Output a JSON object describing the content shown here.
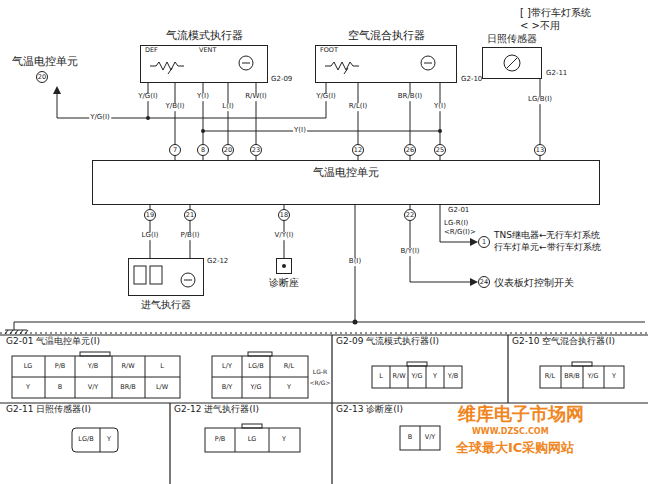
{
  "diagram": {
    "nodes": [
      {
        "text": [
          "气流模式执行器",
          "DEF",
          "VENT"
        ]
      },
      {
        "text": [
          "空气混合执行器",
          "FOOT"
        ]
      },
      {
        "text": [
          "日照传感器"
        ]
      },
      {
        "text": [
          "气温电控单元"
        ]
      },
      {
        "text": [
          "进气执行器"
        ]
      },
      {
        "text": [
          "诊断座"
        ]
      }
    ],
    "edges": [
      {
        "from": 0,
        "to": 3,
        "arrow": "none",
        "label": "Y/B(I)"
      },
      {
        "from": 0,
        "to": 3,
        "arrow": "none",
        "label": "Y(I)"
      },
      {
        "from": 0,
        "to": 3,
        "arrow": "none",
        "label": "L(I)"
      },
      {
        "from": 0,
        "to": 3,
        "arrow": "none",
        "label": "R/W(I)"
      },
      {
        "from": 1,
        "to": 3,
        "arrow": "none",
        "label": "R/L(I)"
      },
      {
        "from": 1,
        "to": 3,
        "arrow": "none",
        "label": "BR/B(I)"
      },
      {
        "from": 1,
        "to": 3,
        "arrow": "none",
        "label": "Y(I)"
      },
      {
        "from": 2,
        "to": 3,
        "arrow": "none",
        "label": "LG/B(I)"
      },
      {
        "from": 3,
        "to": 4,
        "arrow": "none",
        "label": "LG(I)"
      },
      {
        "from": 3,
        "to": 4,
        "arrow": "none",
        "label": "P/B(I)"
      },
      {
        "from": 3,
        "to": 5,
        "arrow": "none",
        "label": "V/Y(I)"
      }
    ],
    "labels": [
      "[ ]带行车灯系统",
      "< >不用",
      "气温电控单元",
      "20",
      "Y/G(I)",
      "Y/G(I)",
      "Y/G(I)",
      "Y(I)",
      "G2-09",
      "G2-10",
      "G2-11",
      "7",
      "8",
      "20",
      "23",
      "12",
      "26",
      "25",
      "13",
      "19",
      "21",
      "18",
      "22",
      "G2-01",
      "B(I)",
      "B/Y(I)",
      "LG-R(I)",
      "<R/G(I)>",
      "1",
      "TNS继电器←无行车灯系统",
      "行车灯单元←带行车灯系统",
      "24",
      "仪表板灯控制开关",
      "G2-12",
      "G2-01 气温电控单元(I)",
      "G2-09 气流模式执行器(I)",
      "G2-10 空气混合执行器(I)",
      "G2-11 日照传感器(I)",
      "G2-12 进气执行器(I)",
      "G2-13 诊断座(I)",
      "LG-R",
      "<R/G>",
      "LG",
      "P/B",
      "Y/B",
      "R/W",
      "L",
      "Y",
      "B",
      "V/Y",
      "BR/B",
      "L/W",
      "L/Y",
      "LG/B",
      "R/L",
      "B/Y",
      "Y/G",
      "Y",
      "L",
      "R/W",
      "Y/G",
      "Y",
      "Y/B",
      "R/L",
      "BR/B",
      "Y/G",
      "Y",
      "LG/B",
      "Y",
      "P/B",
      "LG",
      "Y",
      "B",
      "V/Y",
      "维库电子市场网",
      "WWW.DZSC.COM",
      "全球最大IC采购网站"
    ]
  }
}
